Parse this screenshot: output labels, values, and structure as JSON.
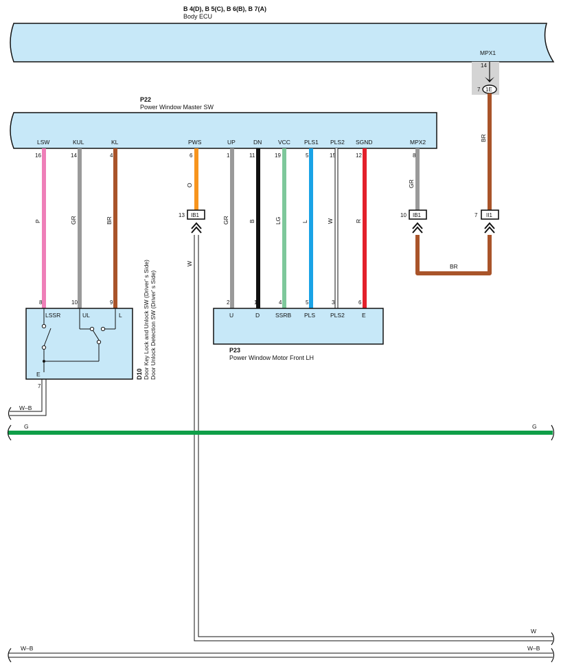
{
  "colors": {
    "box_fill": "#c7e8f8",
    "pink": "#ee7fb8",
    "gray": "#9a9a9a",
    "brown": "#a9542a",
    "orange": "#f7941d",
    "black": "#111111",
    "light_green": "#7ec89b",
    "blue": "#1aa3e6",
    "red": "#e3202b",
    "green": "#0f9e48",
    "connector_bg": "#d4d4d4"
  },
  "body_ecu": {
    "code": "B 4(D), B 5(C), B 6(B), B 7(A)",
    "name": "Body ECU",
    "terminal": "MPX1",
    "pin": "14",
    "conn_pin": "7",
    "conn_code": "1E"
  },
  "master_sw": {
    "code": "P22",
    "name": "Power Window Master SW",
    "terminals": [
      {
        "name": "LSW",
        "pin": "16",
        "wire": "P"
      },
      {
        "name": "KUL",
        "pin": "14",
        "wire": "GR"
      },
      {
        "name": "KL",
        "pin": "4",
        "wire": "BR"
      },
      {
        "name": "PWS",
        "pin": "6",
        "wire": "O"
      },
      {
        "name": "UP",
        "pin": "1",
        "wire": "GR"
      },
      {
        "name": "DN",
        "pin": "11",
        "wire": "B"
      },
      {
        "name": "VCC",
        "pin": "19",
        "wire": "LG"
      },
      {
        "name": "PLS1",
        "pin": "5",
        "wire": "L"
      },
      {
        "name": "PLS2",
        "pin": "15",
        "wire": "W"
      },
      {
        "name": "SGND",
        "pin": "12",
        "wire": "R"
      },
      {
        "name": "MPX2",
        "pin": "8",
        "wire": "GR"
      }
    ]
  },
  "mpx1_wire": "BR",
  "connectors": {
    "pws": {
      "pin": "13",
      "code": "IB1"
    },
    "mpx2": {
      "pin": "10",
      "code": "IB1"
    },
    "mpx1": {
      "pin": "7",
      "code": "II1"
    }
  },
  "bottom_br_wire": "BR",
  "door_sw": {
    "code": "D10",
    "name_line1": "Door Key Lock and Unlock SW (Driver' s Side)",
    "name_line2": "Door Unlock Detection SW (Driver' s Side)",
    "terminals": [
      {
        "name": "LSSR",
        "pin": "8"
      },
      {
        "name": "UL",
        "pin": "10"
      },
      {
        "name": "L",
        "pin": "9"
      },
      {
        "name": "E",
        "pin": "7"
      }
    ]
  },
  "motor": {
    "code": "P23",
    "name": "Power Window Motor Front LH",
    "terminals": [
      {
        "name": "U",
        "pin": "2"
      },
      {
        "name": "D",
        "pin": "1"
      },
      {
        "name": "SSRB",
        "pin": "4"
      },
      {
        "name": "PLS",
        "pin": "5"
      },
      {
        "name": "PLS2",
        "pin": "3"
      },
      {
        "name": "E",
        "pin": "6"
      }
    ]
  },
  "pws_run_wire": "W",
  "buses": {
    "wb_left": "W–B",
    "g_left": "G",
    "g_right": "G",
    "w_right": "W",
    "wb_bottom_left": "W–B",
    "wb_bottom_right": "W–B"
  }
}
